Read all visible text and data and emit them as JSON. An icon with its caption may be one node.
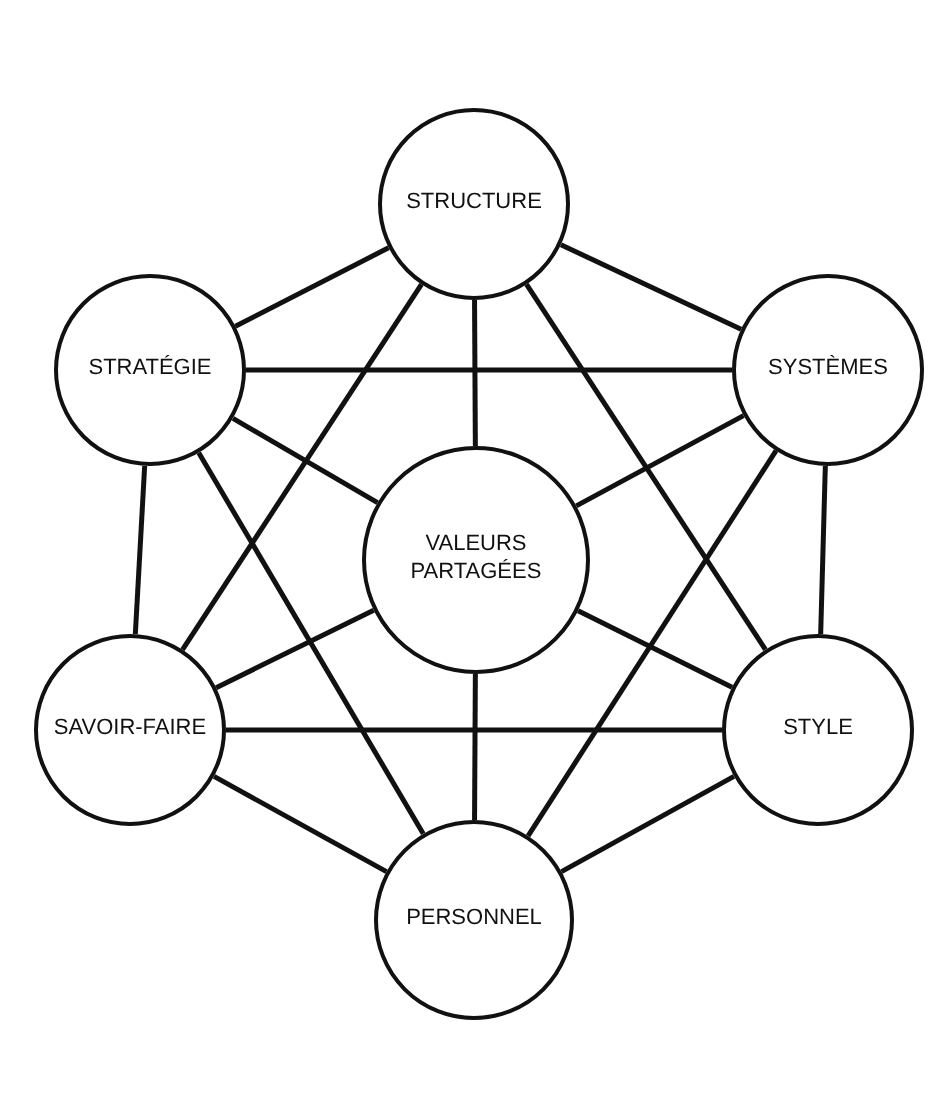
{
  "diagram": {
    "nodes": [
      {
        "text": [
          "STRUCTURE"
        ]
      },
      {
        "text": [
          "STRATÉGIE"
        ]
      },
      {
        "text": [
          "SYSTÈMES"
        ]
      },
      {
        "text": [
          "VALEURS PARTAGÉES"
        ]
      },
      {
        "text": [
          "SAVOIR-FAIRE"
        ]
      },
      {
        "text": [
          "STYLE"
        ]
      },
      {
        "text": [
          "PERSONNEL"
        ]
      }
    ],
    "edges": [
      {
        "from": 0,
        "to": 1,
        "arrow": "none"
      },
      {
        "from": 0,
        "to": 2,
        "arrow": "none"
      },
      {
        "from": 1,
        "to": 2,
        "arrow": "none"
      },
      {
        "from": 1,
        "to": 4,
        "arrow": "none"
      },
      {
        "from": 2,
        "to": 5,
        "arrow": "none"
      },
      {
        "from": 4,
        "to": 5,
        "arrow": "none"
      },
      {
        "from": 4,
        "to": 6,
        "arrow": "none"
      },
      {
        "from": 5,
        "to": 6,
        "arrow": "none"
      },
      {
        "from": 0,
        "to": 4,
        "arrow": "none"
      },
      {
        "from": 0,
        "to": 5,
        "arrow": "none"
      },
      {
        "from": 1,
        "to": 6,
        "arrow": "none"
      },
      {
        "from": 2,
        "to": 6,
        "arrow": "none"
      },
      {
        "from": 3,
        "to": 0,
        "arrow": "none"
      },
      {
        "from": 3,
        "to": 1,
        "arrow": "none"
      },
      {
        "from": 3,
        "to": 2,
        "arrow": "none"
      },
      {
        "from": 3,
        "to": 4,
        "arrow": "none"
      },
      {
        "from": 3,
        "to": 5,
        "arrow": "none"
      },
      {
        "from": 3,
        "to": 6,
        "arrow": "none"
      }
    ]
  }
}
